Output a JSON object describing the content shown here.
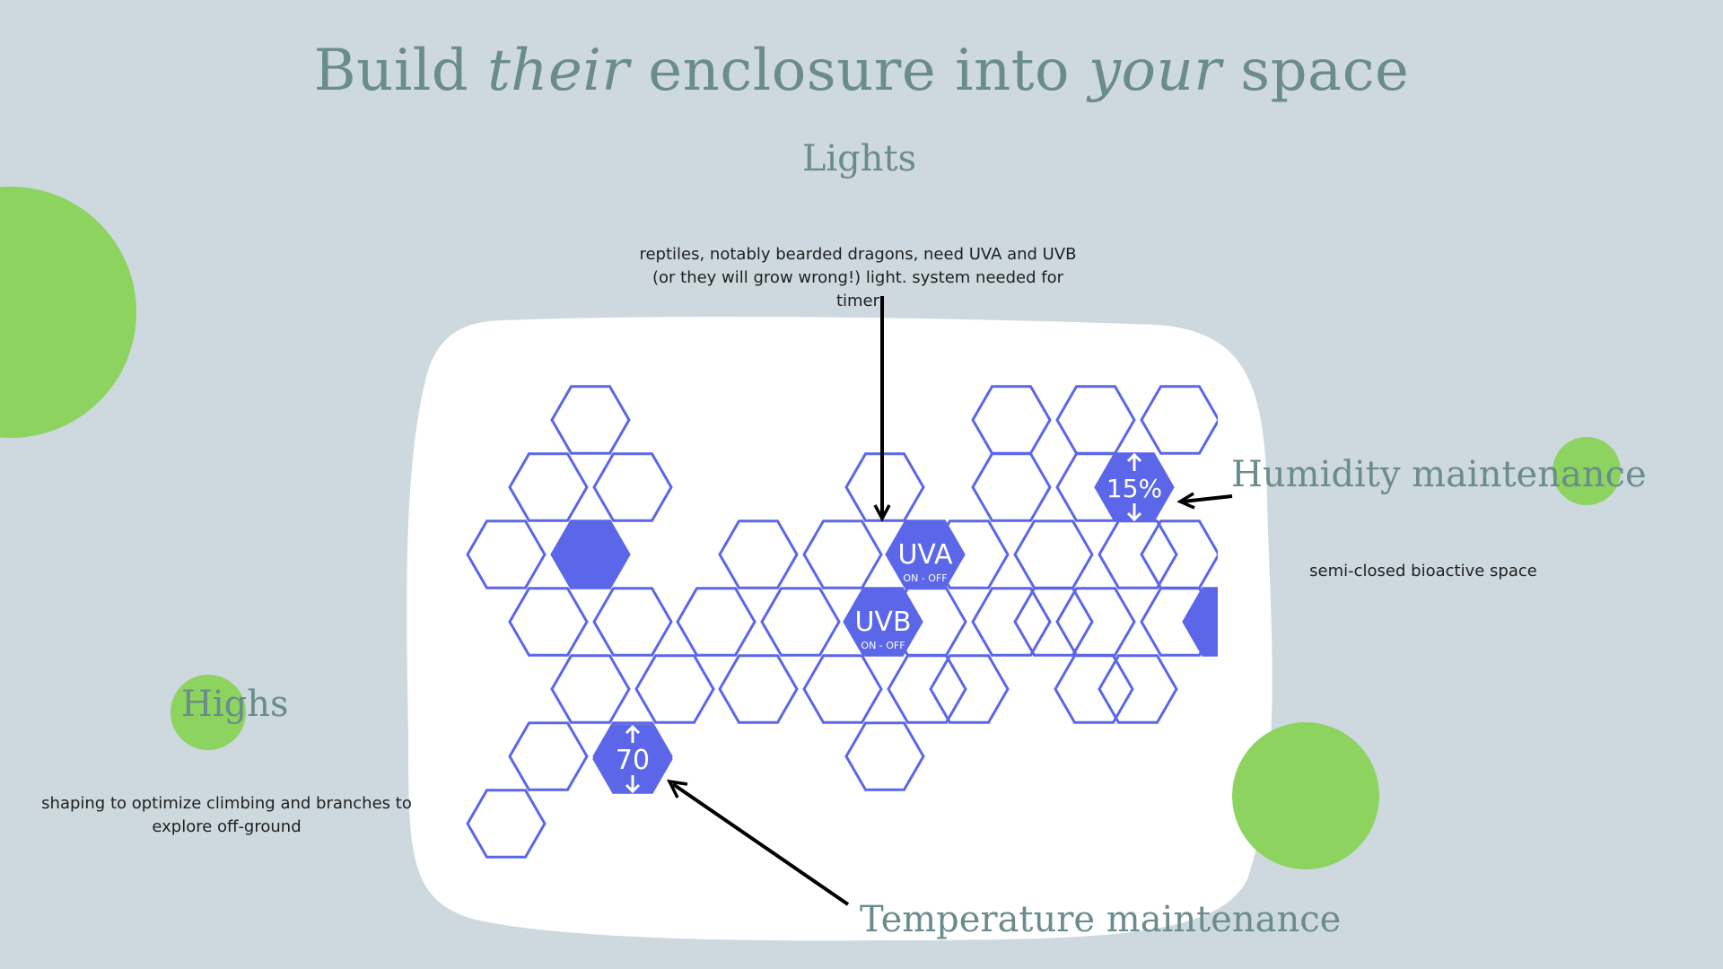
{
  "title": {
    "part1": "Build ",
    "em1": "their",
    "part2": " enclosure into ",
    "em2": "your",
    "part3": " space"
  },
  "sections": {
    "lights": {
      "label": "Lights",
      "note": "reptiles, notably bearded dragons, need UVA and UVB (or they will grow wrong!) light. system needed for timer"
    },
    "humidity": {
      "label": "Humidity maintenance",
      "note": "semi-closed bioactive space"
    },
    "highs": {
      "label": "Highs",
      "note": "shaping to optimize climbing and branches to explore off-ground"
    },
    "temperature": {
      "label": "Temperature maintenance"
    }
  },
  "hex_panel": {
    "uva": {
      "main": "UVA",
      "sub": "ON - OFF"
    },
    "uvb": {
      "main": "UVB",
      "sub": "ON - OFF"
    },
    "humidity_value": "15%",
    "temperature_value": "70"
  },
  "colors": {
    "background": "#cdd9de",
    "accent_green": "#8dd35f",
    "hex_blue": "#5b67e8",
    "heading_teal": "#6b8c8c",
    "panel": "#ffffff"
  }
}
